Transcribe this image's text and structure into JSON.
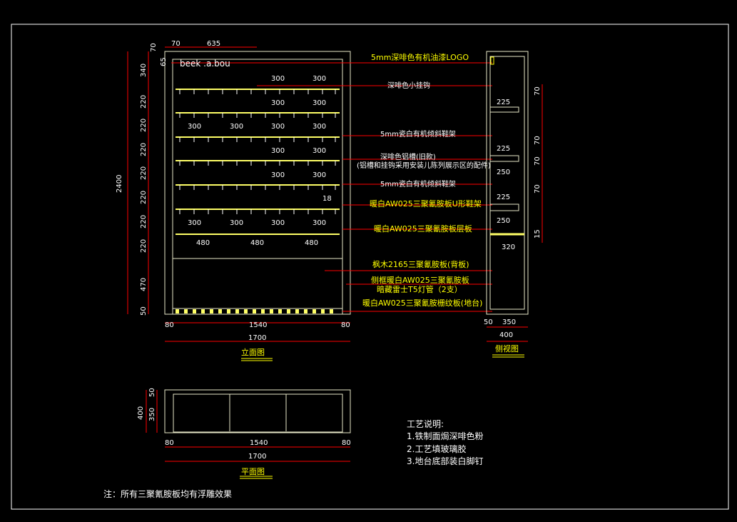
{
  "colors": {
    "background": "#000000",
    "frame": "#ffffff",
    "dimension": "#ff0000",
    "text": "#ffff00",
    "note": "#ffffff"
  },
  "elevation": {
    "title": "立面图",
    "logo_text": "beek .a.bou",
    "top_dims": {
      "d1": "70",
      "d2": "635"
    },
    "left_dims": [
      "70",
      "65",
      "340",
      "220",
      "220",
      "220",
      "220",
      "220",
      "220",
      "220",
      "470",
      "50"
    ],
    "overall_height": "2400",
    "shelf_dims": {
      "r1": [
        "300",
        "300"
      ],
      "r2": [
        "300",
        "300"
      ],
      "r3": [
        "300",
        "300",
        "300",
        "300"
      ],
      "r4": [
        "300",
        "300"
      ],
      "r5": [
        "300",
        "300"
      ],
      "r6": [
        "300",
        "300",
        "300",
        "300"
      ],
      "r7": [
        "480",
        "480",
        "480"
      ],
      "gap": "18"
    },
    "bottom_dims": {
      "left": "80",
      "mid": "1540",
      "right": "80",
      "total": "1700"
    }
  },
  "callouts": [
    "5mm深啡色有机油漆LOGO",
    "深啡色小挂钩",
    "5mm瓷白有机倾斜鞋架",
    "深啡色铝槽(旧款)",
    "(铝槽和挂钩采用安装儿陈列展示区的配件)",
    "5mm瓷白有机倾斜鞋架",
    "暖白AW025三聚氰胺板U形鞋架",
    "暖白AW025三聚氰胺板层板",
    "枫木2165三聚氰胺板(背板)",
    "侧框暖白AW025三聚氰胺板",
    "暗藏雷士T5灯管（2支）",
    "暖白AW025三聚氰胺栅纹板(地台)"
  ],
  "side": {
    "title": "侧视图",
    "inner": [
      "225",
      "225",
      "250",
      "225",
      "250",
      "320"
    ],
    "right": [
      "70",
      "70",
      "70",
      "70",
      "15"
    ],
    "bottom": {
      "a": "50",
      "b": "350",
      "total": "400"
    }
  },
  "plan": {
    "title": "平面图",
    "left": {
      "a": "50",
      "b": "350",
      "total": "400"
    },
    "bottom": {
      "left": "80",
      "mid": "1540",
      "right": "80",
      "total": "1700"
    }
  },
  "notes": {
    "heading": "工艺说明:",
    "items": [
      "1.铁制面焗深啡色粉",
      "2.工艺填玻璃胶",
      "3.地台底部装白脚钉"
    ],
    "footer": "注：所有三聚氰胺板均有浮雕效果"
  }
}
